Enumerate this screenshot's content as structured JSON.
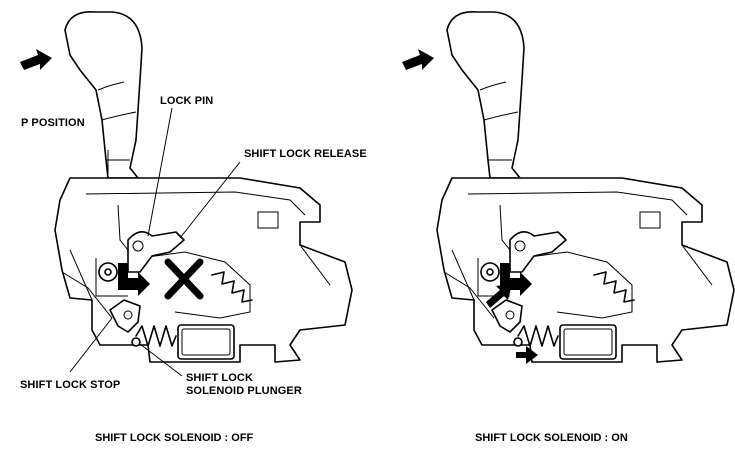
{
  "panels": [
    {
      "id": "off",
      "caption": "SHIFT LOCK SOLENOID : OFF",
      "labels": {
        "p_position": "P POSITION",
        "lock_pin": "LOCK PIN",
        "shift_lock_release": "SHIFT LOCK RELEASE",
        "shift_lock_stop": "SHIFT LOCK STOP",
        "plunger_line1": "SHIFT LOCK",
        "plunger_line2": "SOLENOID PLUNGER"
      }
    },
    {
      "id": "on",
      "caption": "SHIFT LOCK SOLENOID : ON"
    }
  ],
  "icons": [
    "push-arrow-icon",
    "blocked-x-icon",
    "motion-arrow-icon"
  ],
  "colors": {
    "ink": "#000000",
    "paper": "#ffffff"
  }
}
